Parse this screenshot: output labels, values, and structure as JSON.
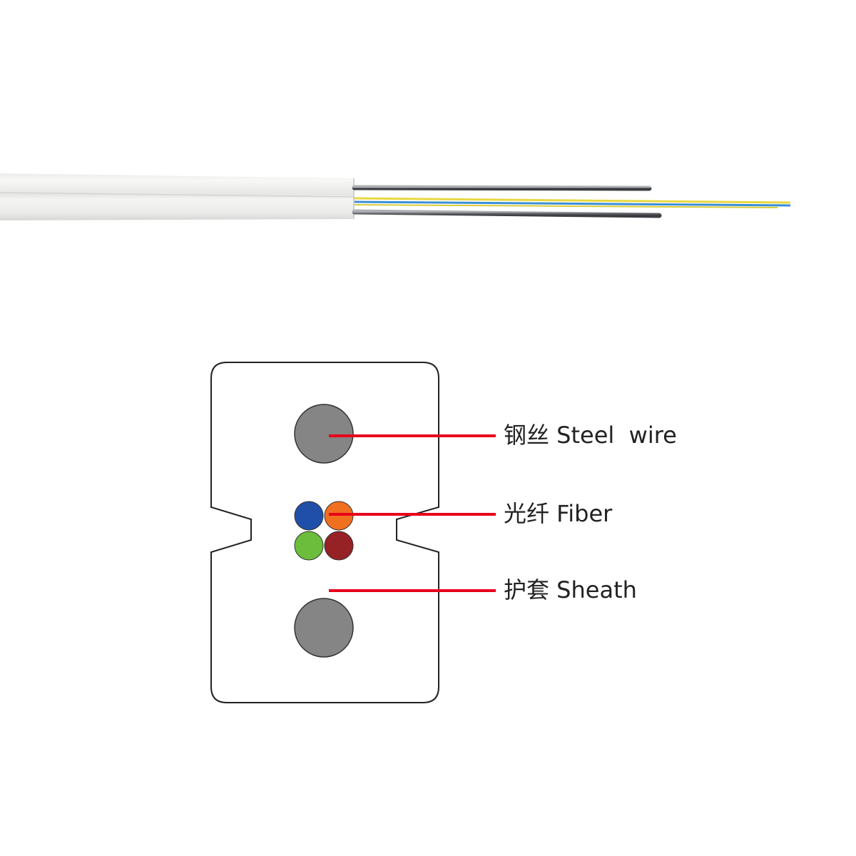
{
  "labels": {
    "steel_wire": "钢丝 Steel  wire",
    "fiber": "光纤 Fiber",
    "sheath": "护套 Sheath"
  },
  "colors": {
    "background": "#ffffff",
    "cable_jacket": "#f0f0ee",
    "steel_wire": "#858585",
    "leader_line": "#e8001c",
    "fiber_blue": "#1f4fa8",
    "fiber_orange": "#f07020",
    "fiber_green": "#6cbd3c",
    "fiber_red": "#962225",
    "fiber_yellow": "#e8d840",
    "fiber_light_blue": "#3a8fd6"
  }
}
